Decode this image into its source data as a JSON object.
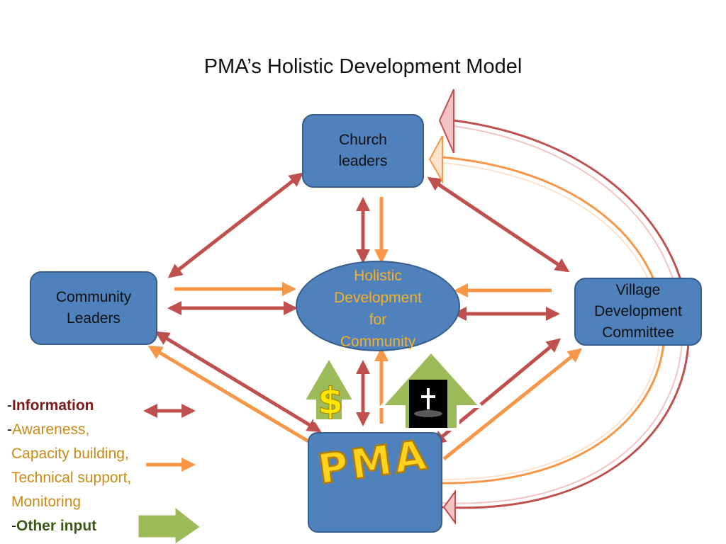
{
  "title": "PMA’s Holistic Development Model",
  "nodes": {
    "church": [
      "Church",
      "leaders"
    ],
    "community": [
      "Community",
      "Leaders"
    ],
    "village": [
      "Village",
      "Development",
      "Committee"
    ],
    "center": [
      "Holistic",
      "Development",
      "for",
      "Community"
    ],
    "pma": "PMA"
  },
  "legend": {
    "information": "Information",
    "awareness": "Awareness,",
    "capacity": "Capacity building,",
    "technical": "Technical support,",
    "monitoring": "Monitoring",
    "other": "Other input",
    "dash": "-"
  },
  "colors": {
    "box_fill": "#4f81bd",
    "box_border": "#385d8a",
    "information_arrow": "#c0504d",
    "awareness_arrow": "#f79646",
    "other_input_arrow": "#9bbb59",
    "pma_text": "#ffd21e"
  },
  "icons": {
    "money": "dollar-sign-icon",
    "faith": "cross-icon"
  }
}
